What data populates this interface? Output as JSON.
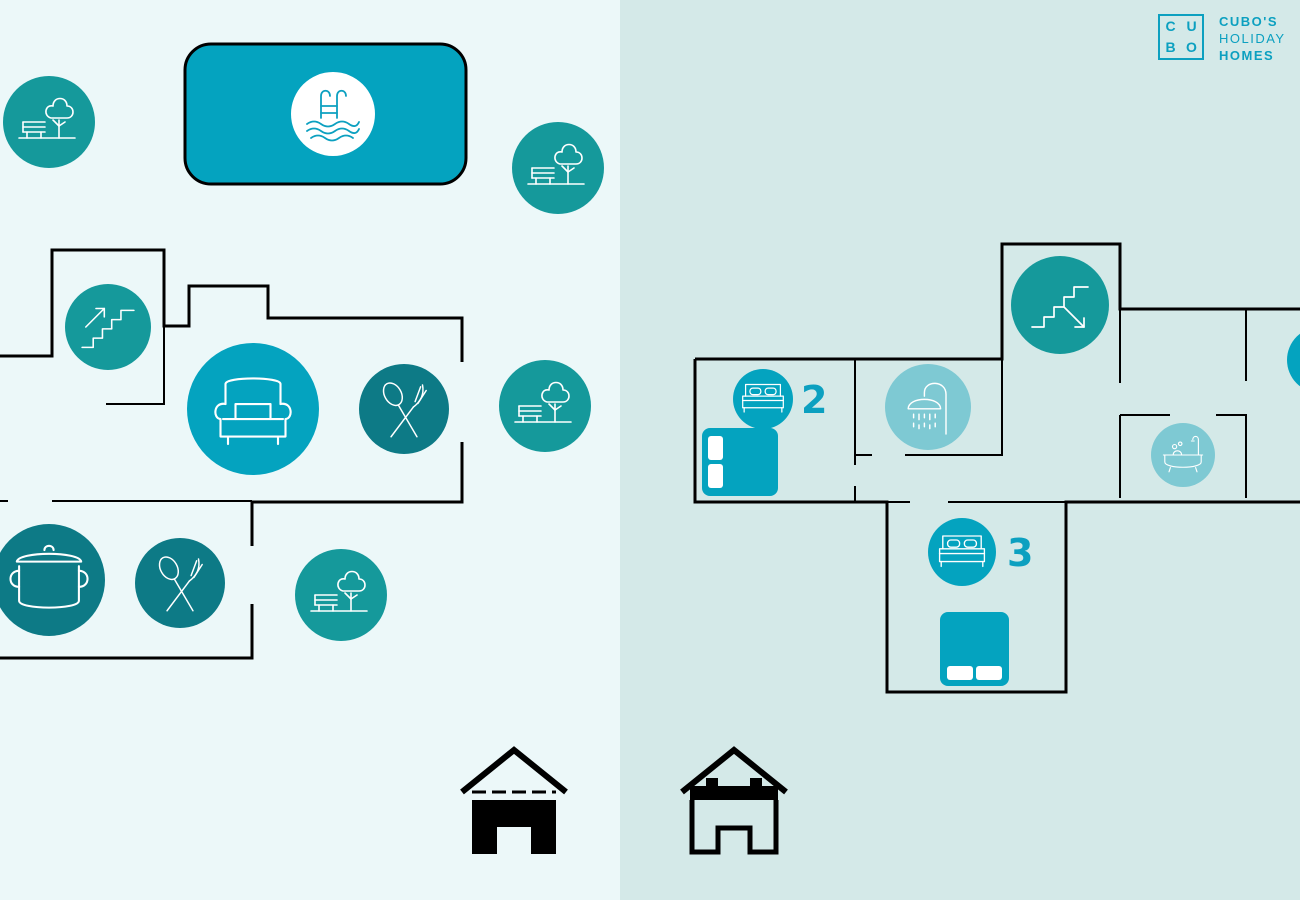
{
  "logo": {
    "box_letters": [
      "C",
      "U",
      "B",
      "O"
    ],
    "line1": "CUBO'S",
    "line2": "HOLIDAY",
    "line3": "HOMES"
  },
  "floor_upper": {
    "bedroom_2": {
      "number": "2"
    },
    "bedroom_3": {
      "number": "3"
    }
  },
  "colors": {
    "left_bg": "#ecf8f9",
    "right_bg": "#d4e9e8",
    "teal": "#15999b",
    "dark_teal": "#0d7a86",
    "blue": "#04a3bf",
    "pale_blue": "#7ec9d3",
    "wall": "#000000"
  },
  "icons": {
    "pool": "pool-ladder-icon",
    "garden": "garden-bench-tree-icon",
    "stairs_up": "stairs-up-icon",
    "stairs_down": "stairs-down-icon",
    "living": "armchair-icon",
    "dining": "spoon-fork-icon",
    "kitchen": "cooking-pot-icon",
    "bedroom": "double-bed-icon",
    "shower": "shower-icon",
    "bathtub": "bathtub-icon",
    "ground_floor": "house-ground-floor-icon",
    "upper_floor": "house-upper-floor-icon"
  }
}
